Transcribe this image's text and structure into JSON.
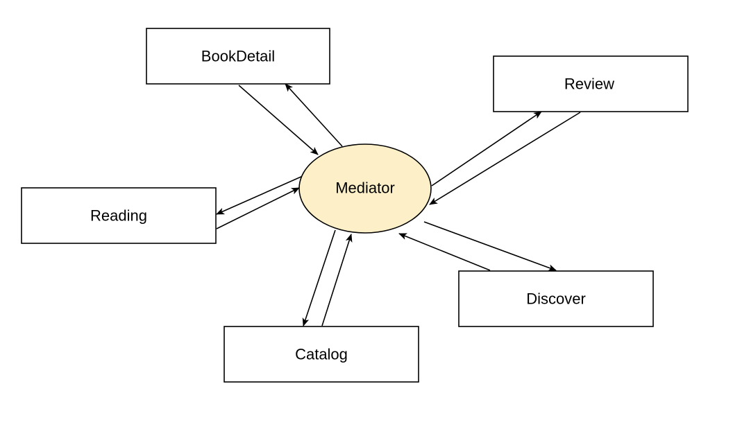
{
  "diagram": {
    "hub": {
      "label": "Mediator",
      "fill_color": "#fdf0c8"
    },
    "modules": {
      "bookdetail": "BookDetail",
      "review": "Review",
      "reading": "Reading",
      "discover": "Discover",
      "catalog": "Catalog"
    },
    "connections": [
      {
        "from": "BookDetail",
        "to": "Mediator"
      },
      {
        "from": "Mediator",
        "to": "BookDetail"
      },
      {
        "from": "Mediator",
        "to": "Review"
      },
      {
        "from": "Review",
        "to": "Mediator"
      },
      {
        "from": "Mediator",
        "to": "Reading"
      },
      {
        "from": "Reading",
        "to": "Mediator"
      },
      {
        "from": "Mediator",
        "to": "Discover"
      },
      {
        "from": "Discover",
        "to": "Mediator"
      },
      {
        "from": "Mediator",
        "to": "Catalog"
      },
      {
        "from": "Catalog",
        "to": "Mediator"
      }
    ]
  }
}
